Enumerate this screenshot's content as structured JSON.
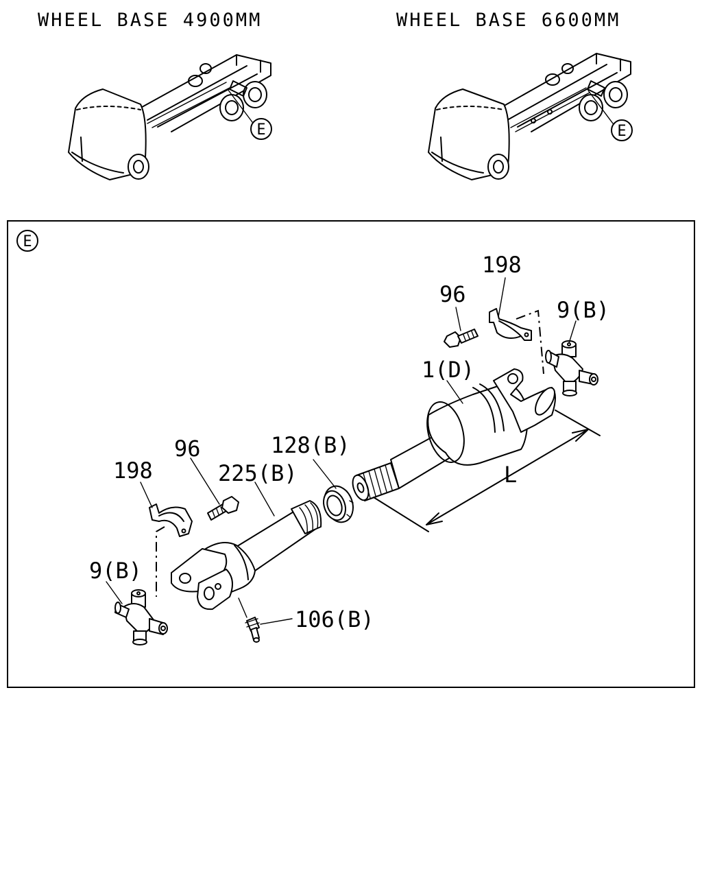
{
  "overview": {
    "left_title": "WHEEL BASE 4900MM",
    "right_title": "WHEEL BASE 6600MM",
    "left_callout": "E",
    "right_callout": "E"
  },
  "detail": {
    "frame_callout": "E",
    "labels": {
      "part_198_top": "198",
      "part_96_top": "96",
      "part_9b_right": "9(B)",
      "part_1d": "1(D)",
      "part_128b": "128(B)",
      "part_96_left": "96",
      "part_198_left": "198",
      "part_225b": "225(B)",
      "dimension_l": "L",
      "part_9b_left": "9(B)",
      "part_106b": "106(B)"
    }
  }
}
